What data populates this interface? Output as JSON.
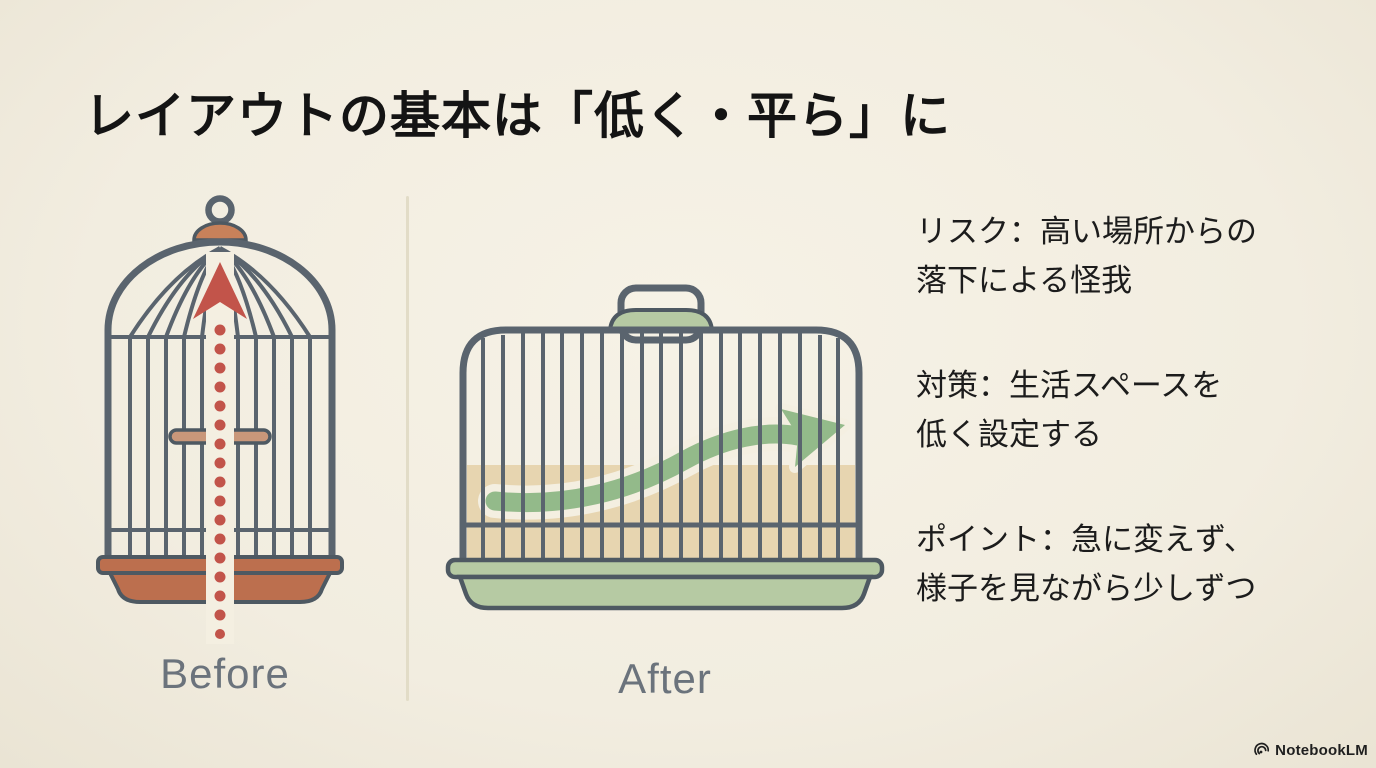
{
  "slide": {
    "title": "レイアウトの基本は「低く・平ら」に",
    "before_label": "Before",
    "after_label": "After",
    "notes": [
      {
        "line1": "リスク：高い場所からの",
        "line2": "落下による怪我"
      },
      {
        "line1": "対策：生活スペースを",
        "line2": "低く設定する"
      },
      {
        "line1": "ポイント：急に変えず、",
        "line2": "様子を見ながら少しずつ"
      }
    ],
    "brand": "NotebookLM",
    "colors": {
      "background": "#f2ede0",
      "title_text": "#141414",
      "body_text": "#1c1c1c",
      "label_text": "#6b737c",
      "cage_bars": "#5a646e",
      "risk_arrow_red": "#c2544a",
      "terracotta_tray": "#bc6f4e",
      "perch_tan": "#c9977a",
      "sage_green": "#b6caa3",
      "growth_arrow_green": "#93ba8a",
      "substrate_tan": "#e7d5b0",
      "arrow_outline_cream": "#f4efe1",
      "divider": "#e2dcc7"
    }
  }
}
